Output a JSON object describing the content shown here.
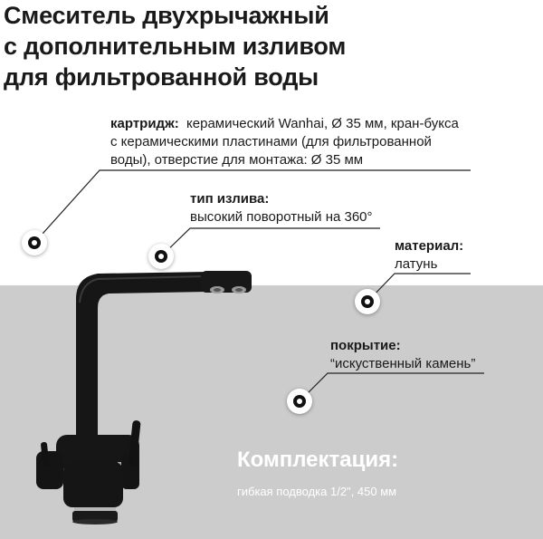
{
  "title_lines": [
    "Смеситель двухрычажный",
    "с дополнительным изливом",
    "для фильтрованной воды"
  ],
  "cartridge": {
    "label": "картридж:",
    "line1": "керамический Wanhai, Ø 35 мм, кран-букса",
    "line2": "с керамическими пластинами (для фильтрованной",
    "line3": "воды), отверстие для монтажа: Ø 35 мм"
  },
  "spout": {
    "label": "тип излива:",
    "value": "высокий поворотный на 360°"
  },
  "material": {
    "label": "материал:",
    "value": "латунь"
  },
  "coating": {
    "label": "покрытие:",
    "value": "“искуственный камень”"
  },
  "kit": {
    "title": "Комплектация:",
    "value": "гибкая подводка 1/2\", 450 мм"
  },
  "colors": {
    "bottom_background": "#cccccc",
    "faucet": "#141414",
    "marker_dot": "#111111"
  },
  "icons": [
    "faucet-illustration",
    "callout-marker-icon"
  ]
}
